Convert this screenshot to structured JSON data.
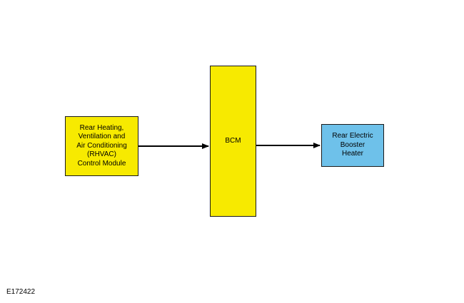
{
  "diagram": {
    "nodes": [
      {
        "id": "rhvac",
        "label": "Rear Heating,\nVentilation and\nAir Conditioning\n(RHVAC)\nControl Module",
        "color": "#f7ea00"
      },
      {
        "id": "bcm",
        "label": "BCM",
        "color": "#f7ea00"
      },
      {
        "id": "heater",
        "label": "Rear Electric\nBooster\nHeater",
        "color": "#6ec1ea"
      }
    ],
    "edges": [
      {
        "from": "rhvac",
        "to": "bcm"
      },
      {
        "from": "bcm",
        "to": "heater"
      }
    ]
  },
  "figure_id": "E172422"
}
